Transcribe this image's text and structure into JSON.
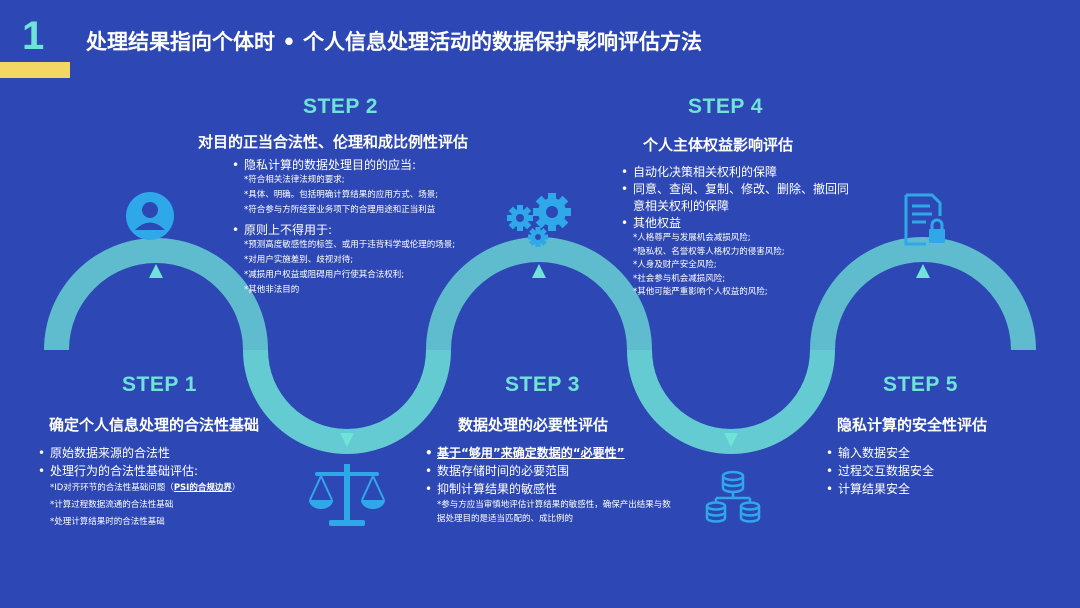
{
  "header": {
    "page_number": "1",
    "title": "处理结果指向个体时 • 个人信息处理活动的数据保护影响评估方法"
  },
  "colors": {
    "background": "#2d48b4",
    "accent": "#6fe3d7",
    "yellow": "#f4d663"
  },
  "steps": {
    "step1": {
      "label": "STEP 1",
      "title": "确定个人信息处理的合法性基础",
      "icon": "scale-icon",
      "items": [
        "原始数据来源的合法性",
        "处理行为的合法性基础评估:"
      ],
      "subs": [
        "*ID对齐环节的合法性基础问题（",
        "*计算过程数据流通的合法性基础",
        "*处理计算结果时的合法性基础"
      ],
      "sub_link": "PSI的合规边界",
      "sub_link_end": "）"
    },
    "step2": {
      "label": "STEP 2",
      "title": "对目的正当合法性、伦理和成比例性评估",
      "icon": "person-icon",
      "items": [
        "隐私计算的数据处理目的的应当:",
        "原则上不得用于:"
      ],
      "subs_a": [
        "*符合相关法律法规的要求;",
        "*具体、明确。包括明确计算结果的应用方式、场景;",
        "*符合参与方所经营业务项下的合理用途和正当利益"
      ],
      "subs_b": [
        "*预测高度敏感性的标签、或用于违背科学或伦理的场景;",
        "*对用户实施差别、歧视对待;",
        "*减损用户权益或阻碍用户行使其合法权利;",
        "*其他非法目的"
      ]
    },
    "step3": {
      "label": "STEP 3",
      "title": "数据处理的必要性评估",
      "icon": "database-icon",
      "item_emph": "基于“够用”来确定数据的“必要性”",
      "items": [
        "数据存储时间的必要范围",
        "抑制计算结果的敏感性"
      ],
      "sub": "*参与方应当审慎地评估计算结果的敏感性，确保产出结果与数据处理目的是适当匹配的、成比例的"
    },
    "step4": {
      "label": "STEP 4",
      "title": "个人主体权益影响评估",
      "icon": "gears-icon",
      "items": [
        "自动化决策相关权利的保障",
        "同意、查阅、复制、修改、删除、撤回同意相关权利的保障",
        "其他权益"
      ],
      "subs": [
        "*人格尊严与发展机会减损风险;",
        "*隐私权、名誉权等人格权力的侵害风险;",
        "*人身及财产安全风险;",
        "*社会参与机会减损风险;",
        "*其他可能严重影响个人权益的风险;"
      ]
    },
    "step5": {
      "label": "STEP 5",
      "title": "隐私计算的安全性评估",
      "icon": "document-lock-icon",
      "items": [
        "输入数据安全",
        "过程交互数据安全",
        "计算结果安全"
      ]
    }
  }
}
